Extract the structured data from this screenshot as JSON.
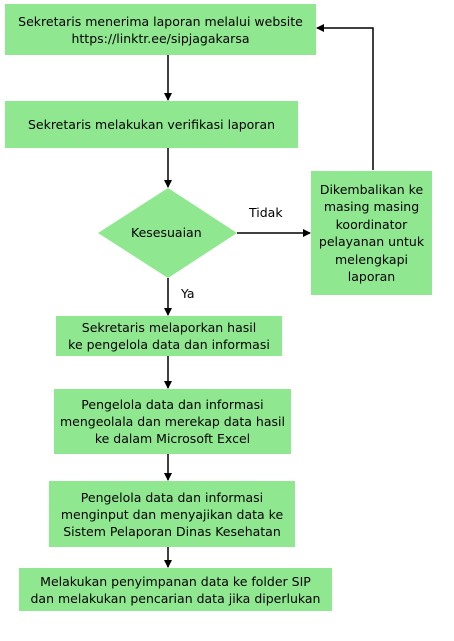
{
  "flowchart": {
    "step1": "Sekretaris menerima laporan melalui website\nhttps://linktr.ee/sipjagakarsa",
    "step2": "Sekretaris melakukan verifikasi laporan",
    "decision": "Kesesuaian",
    "no_label": "Tidak",
    "yes_label": "Ya",
    "return_step": "Dikembalikan ke\nmasing masing\nkoordinator\npelayanan untuk\nmelengkapi\nlaporan",
    "step3": "Sekretaris melaporkan hasil\nke pengelola data dan informasi",
    "step4": "Pengelola data dan informasi\nmengeolala dan merekap data hasil\nke dalam Microsoft Excel",
    "step5": "Pengelola data dan informasi\nmenginput dan menyajikan data ke\nSistem Pelaporan Dinas Kesehatan",
    "step6": "Melakukan penyimpanan data ke folder SIP\ndan melakukan pencarian data jika diperlukan"
  },
  "colors": {
    "box_fill": "#8fe88f",
    "line": "#000000"
  }
}
